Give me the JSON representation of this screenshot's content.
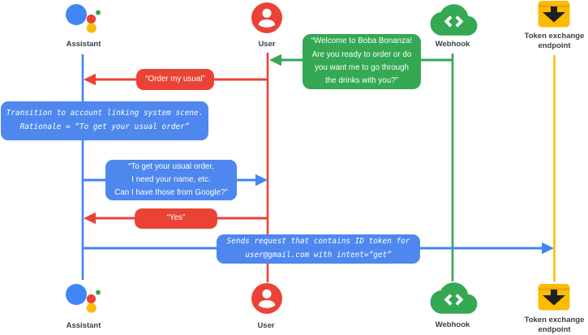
{
  "colors": {
    "blue": "#4285F4",
    "blue_box": "#4E87EE",
    "red": "#EA4335",
    "green": "#34A853",
    "yellow": "#FBBC04",
    "yellow_dark": "#E8A600",
    "ink": "#1F1F1F",
    "label": "#3C4043",
    "background": "#FFFFFF"
  },
  "actors": {
    "assistant": {
      "label": "Assistant",
      "icon": "google-assistant-logo",
      "lifeline_color": "blue"
    },
    "user": {
      "label": "User",
      "icon": "person-icon",
      "lifeline_color": "red"
    },
    "webhook": {
      "label": "Webhook",
      "icon": "cloud-code-icon",
      "lifeline_color": "green"
    },
    "token_endpoint": {
      "lines": [
        "Token exchange",
        "endpoint"
      ],
      "icon": "download-box-icon",
      "lifeline_color": "yellow"
    }
  },
  "messages": {
    "welcome": {
      "from": "Webhook",
      "to": "User",
      "lines": [
        "“Welcome to Boba Bonanza!",
        "Are you ready to order or do",
        "you want me to go through",
        "the drinks with you?”"
      ]
    },
    "order_my_usual": {
      "from": "User",
      "to": "Assistant",
      "text": "“Order my usual”"
    },
    "transition_note": {
      "on": "Assistant",
      "lines": [
        "Transition to account linking system scene.",
        "Rationale = “To get your usual order”"
      ]
    },
    "ask_for_info": {
      "from": "Assistant",
      "to": "User",
      "lines": [
        "“To get your usual order,",
        "I need your name, etc.",
        "Can I have those from Google?”"
      ]
    },
    "yes": {
      "from": "User",
      "to": "Assistant",
      "text": "“Yes”"
    },
    "sends_request": {
      "from": "Assistant",
      "to": "Token exchange endpoint",
      "lines": [
        "Sends request that contains ID token for",
        "user@gmail.com with intent=“get”"
      ]
    }
  }
}
